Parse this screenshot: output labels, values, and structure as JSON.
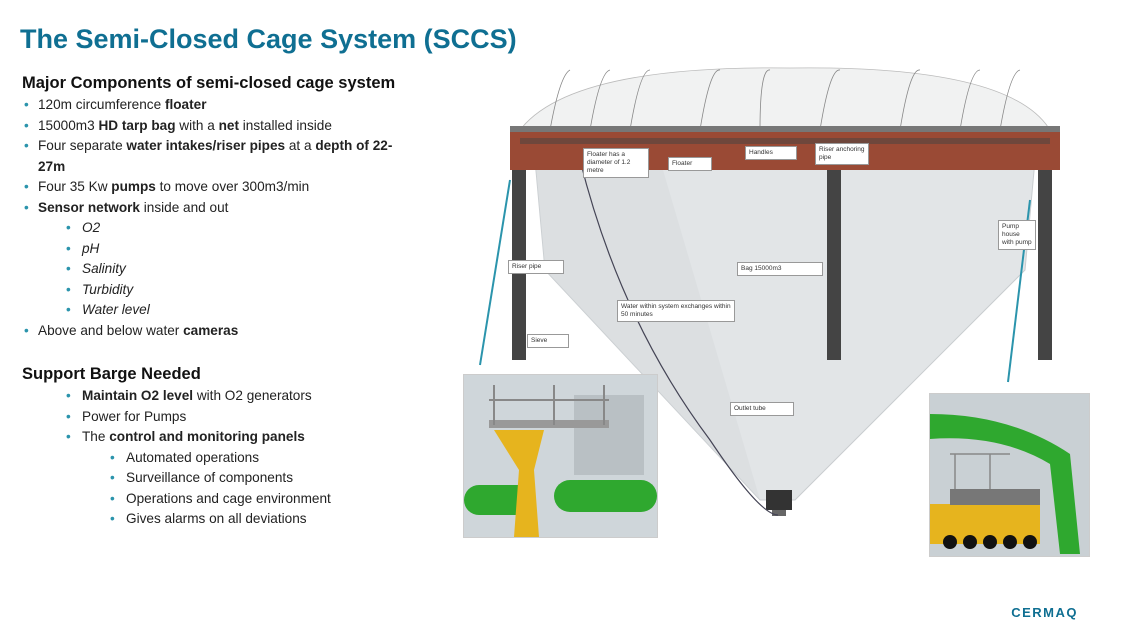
{
  "title": "The Semi-Closed Cage System (SCCS)",
  "major": {
    "heading": "Major Components of semi-closed cage system",
    "items": [
      {
        "pre": "120m circumference ",
        "b": "floater",
        "post": ""
      },
      {
        "pre": "15000m3 ",
        "b": "HD tarp bag",
        "post": " with a ",
        "b2": "net",
        "post2": " installed inside"
      },
      {
        "pre": "Four separate ",
        "b": "water intakes/riser pipes",
        "post": " at a ",
        "b2": "depth of 22-27m",
        "post2": ""
      },
      {
        "pre": "Four 35 Kw ",
        "b": "pumps",
        "post": " to move over 300m3/min"
      },
      {
        "pre": "",
        "b": "Sensor network",
        "post": " inside and out"
      }
    ],
    "sensors": [
      "O2",
      "pH",
      "Salinity",
      "Turbidity",
      "Water level"
    ],
    "last": {
      "pre": "Above and below water ",
      "b": "cameras"
    }
  },
  "support": {
    "heading": "Support Barge Needed",
    "items": [
      {
        "pre": "",
        "b": "Maintain O2 level",
        "post": " with O2 generators"
      },
      {
        "pre": "Power for Pumps",
        "b": "",
        "post": ""
      },
      {
        "pre": "The ",
        "b": "control and monitoring panels",
        "post": ""
      }
    ],
    "sub": [
      "Automated operations",
      "Surveillance of components",
      "Operations and cage environment",
      "Gives alarms on all deviations"
    ]
  },
  "diagram": {
    "labels": {
      "floater_dia": "Floater has a diameter of 1.2 metre",
      "floater": "Floater",
      "handles": "Handles",
      "riser_anchor": "Riser anchoring pipe",
      "pump_house": "Pump house with pump",
      "riser_pipe": "Riser pipe",
      "bag": "Bag 15000m3",
      "exchange": "Water within system exchanges within 50 minutes",
      "sieve": "Sieve",
      "outlet": "Outlet tube"
    }
  },
  "logo": "CERMAQ",
  "colors": {
    "title": "#0f6f92",
    "bullet": "#2b94ac",
    "floater": "#9a4a35",
    "green": "#2fa82f"
  }
}
